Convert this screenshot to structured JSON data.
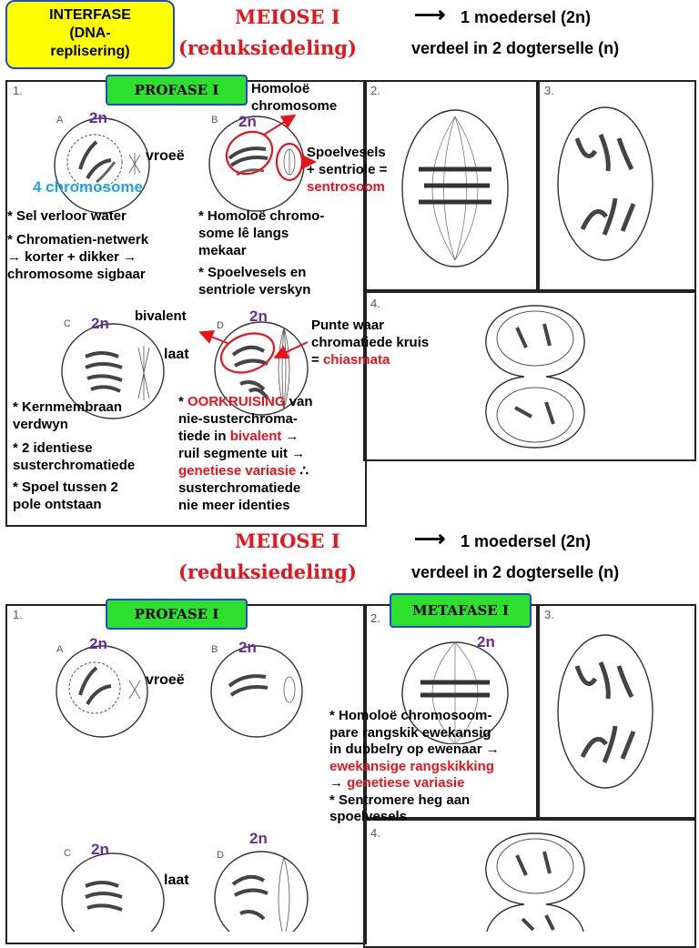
{
  "interphase_box": {
    "line1": "INTERFASE",
    "line2": "(DNA-",
    "line3": "replisering)"
  },
  "header": {
    "title": "MEIOSE I",
    "subtitle": "(reduksiedeling)",
    "arrow": "⟶",
    "line1": "1 moedersel (2n)",
    "line2": "verdeel in 2 dogterselle (n)"
  },
  "tags": {
    "profase": "PROFASE I",
    "metafase": "METAFASE I"
  },
  "cell_numbers": {
    "n1": "1.",
    "n2": "2.",
    "n3": "3.",
    "n4": "4."
  },
  "cell_letters": {
    "a": "A",
    "b": "B",
    "c": "C",
    "d": "D"
  },
  "ploidy": "2n",
  "top": {
    "homolog_label": "Homoloë chromosome",
    "early": "vroeë",
    "late": "laat",
    "four_chrom": "4 chromosome",
    "spindle_l1": "Spoelvesels",
    "spindle_l2": "+ sentriole =",
    "spindle_l3": "sentrosoom",
    "notes_a": [
      "* Sel verloor water",
      "* Chromatien-netwerk",
      "→ korter + dikker →",
      "chromosome sigbaar"
    ],
    "notes_b": [
      "* Homoloë chromo-",
      "some lê langs",
      "mekaar",
      "* Spoelvesels en",
      "sentriole verskyn"
    ],
    "bivalent": "bivalent",
    "chiasma_l1": "Punte waar",
    "chiasma_l2": "chromatiede kruis",
    "chiasma_l3_eq": "=",
    "chiasma_l3": "chiasmata",
    "notes_c": [
      "* Kernmembraan",
      "verdwyn",
      "* 2 identiese",
      "susterchromatiede",
      "* Spoel tussen 2",
      "pole ontstaan"
    ],
    "notes_d_l1_pre": "*",
    "notes_d_l1_red": "OORKRUISING",
    "notes_d_l1_post": "van",
    "notes_d_l2": "nie-susterchroma-",
    "notes_d_l3_pre": "tiede in",
    "notes_d_l3_red": "bivalent",
    "notes_d_l3_post": "→",
    "notes_d_l4": "ruil segmente uit →",
    "notes_d_l5": "genetiese variasie",
    "notes_d_l5_post": "∴",
    "notes_d_l6": "susterchromatiede",
    "notes_d_l7": "nie meer identies"
  },
  "bottom": {
    "early": "vroeë",
    "late": "laat",
    "meta_l1": "* Homoloë chromosoom-",
    "meta_l2": "pare rangskik ewekansig",
    "meta_l3": "in dubbelry op ewenaar →",
    "meta_l4": "ewekansige rangskikking",
    "meta_l5_arrow": "→",
    "meta_l5": "genetiese variasie",
    "meta_l6": "* Sentromere heg aan",
    "meta_l7": "spoelvesels"
  },
  "colors": {
    "red": "#e8141b",
    "blue": "#1ea3ea",
    "purple": "#6a2c9a",
    "green": "#2ee02e",
    "yellow": "#ffff00"
  }
}
